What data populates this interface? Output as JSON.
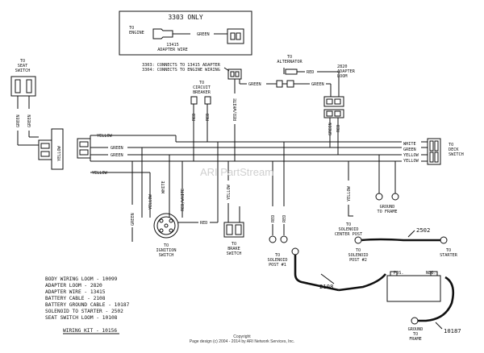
{
  "box_3303": {
    "title": "3303 ONLY",
    "to_engine": [
      "TO",
      "ENGINE"
    ],
    "green": "GREEN",
    "adapter": [
      "13415",
      "ADAPTER WIRE"
    ]
  },
  "notes_3303": [
    "3303: CONNECTS TO 13415 ADAPTER",
    "3304: CONNECTS TO ENGINE WIRING"
  ],
  "seat_switch": [
    "TO",
    "SEAT",
    "SWITCH"
  ],
  "alternator": [
    "TO",
    "ALTERNATOR"
  ],
  "circuit_breaker": [
    "TO",
    "CIRCUIT",
    "BREAKER"
  ],
  "adapter_loom": [
    "2820",
    "ADAPTER",
    "LOOM"
  ],
  "deck_switch": [
    "TO",
    "DECK",
    "SWITCH"
  ],
  "ignition_switch": [
    "TO",
    "IGNITION",
    "SWITCH"
  ],
  "brake_switch": [
    "TO",
    "BRAKE",
    "SWITCH"
  ],
  "solenoid_post1": [
    "TO",
    "SOLENOID",
    "POST #1"
  ],
  "solenoid_center": [
    "TO",
    "SOLENOID",
    "CENTER POST"
  ],
  "ground_frame_top": [
    "GROUND",
    "TO FRAME"
  ],
  "solenoid_post2": [
    "TO",
    "SOLENOID",
    "POST #2"
  ],
  "to_starter": [
    "TO",
    "STARTER"
  ],
  "ground_frame_bottom": [
    "GROUND",
    "TO",
    "FRAME"
  ],
  "battery": {
    "pos": "POS.",
    "neg": "NEG."
  },
  "wire_colors": {
    "green": "GREEN",
    "yellow": "YELLOW",
    "white": "WHITE",
    "red": "RED",
    "red_white": "RED/WHITE"
  },
  "callouts": {
    "c2502": "2502",
    "c2108": "2108",
    "c10187": "10187"
  },
  "parts_list": [
    "BODY WIRING LOOM - 10099",
    "ADAPTER LOOM - 2820",
    "ADAPTER WIRE - 13415",
    "BATTERY CABLE - 2108",
    "BATTERY GROUND CABLE - 10187",
    "SOLENOID TO STARTER - 2502",
    "SEAT SWITCH LOOM - 10108"
  ],
  "wiring_kit": "WIRING KIT - 10156",
  "watermark": "ARI PartStream",
  "copyright": [
    "Copyright",
    "Page design (c) 2004 - 2014 by ARI Network Services, Inc."
  ]
}
